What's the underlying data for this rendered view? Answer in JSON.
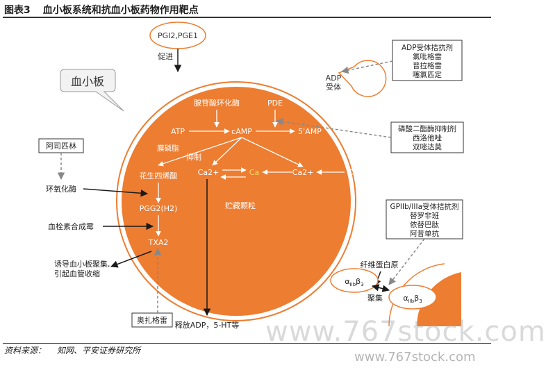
{
  "header": {
    "figure_number": "图表3",
    "title": "血小板系统和抗血小板药物作用靶点"
  },
  "footer": {
    "source_label": "资料来源：",
    "source_text": "知网、平安证券研究所"
  },
  "watermark": {
    "main": "www.767stock.com",
    "sub": "www.767stock.com"
  },
  "colors": {
    "platelet_fill": "#ed7d31",
    "outline": "#ed7d31",
    "arrow_dark": "#1a1a1a",
    "arrow_dashed": "#888888",
    "inner_text": "#ffffff",
    "ca_yellow": "#ffd966"
  },
  "labels": {
    "pgi2": "PGI2,PGE1",
    "promote": "促进",
    "platelet": "血小板",
    "adp_receptor_line1": "ADP",
    "adp_receptor_line2": "受体",
    "adp_antagonist": [
      "ADP受体拮抗剂",
      "氯吡格雷",
      "普拉格雷",
      "噻氯匹定"
    ],
    "pde_inhibitor": [
      "磷酸二酯酶抑制剂",
      "西洛他唑",
      "双嘧达莫"
    ],
    "gp_antagonist": [
      "GPIIb/IIIa受体拮抗剂",
      "替罗非班",
      "依替巴肽",
      "阿昔单抗"
    ],
    "aspirin": "阿司匹林",
    "cox": "环氧化酶",
    "thromboxane_synthase": "血栓素合成霉",
    "induce": [
      "诱导血小板聚集,",
      "引起血管收缩"
    ],
    "ozagrel": "奥扎格雷",
    "adenylate_cyclase": "腺苷酸环化酶",
    "pde": "PDE",
    "atp": "ATP",
    "camp": "cAMP",
    "five_amp": "5'AMP",
    "phospholipid": "膜磷脂",
    "inhibit": "抑制",
    "arachidonic": "花生四烯酸",
    "ca2_left": "Ca2+",
    "ca_mid": "Ca",
    "ca2_right": "Ca2+",
    "ca_out": "Ca",
    "pgg2": "PGG2(H2)",
    "txa2": "TXA2",
    "granule": "贮藏颗粒",
    "release": "释放ADP，5-HT等",
    "fibrinogen": "纤维蛋白原",
    "aggregation": "聚集",
    "integrin": "α",
    "integrin_sub": "IIb",
    "integrin_beta": "β",
    "integrin_beta_sub": "3"
  }
}
